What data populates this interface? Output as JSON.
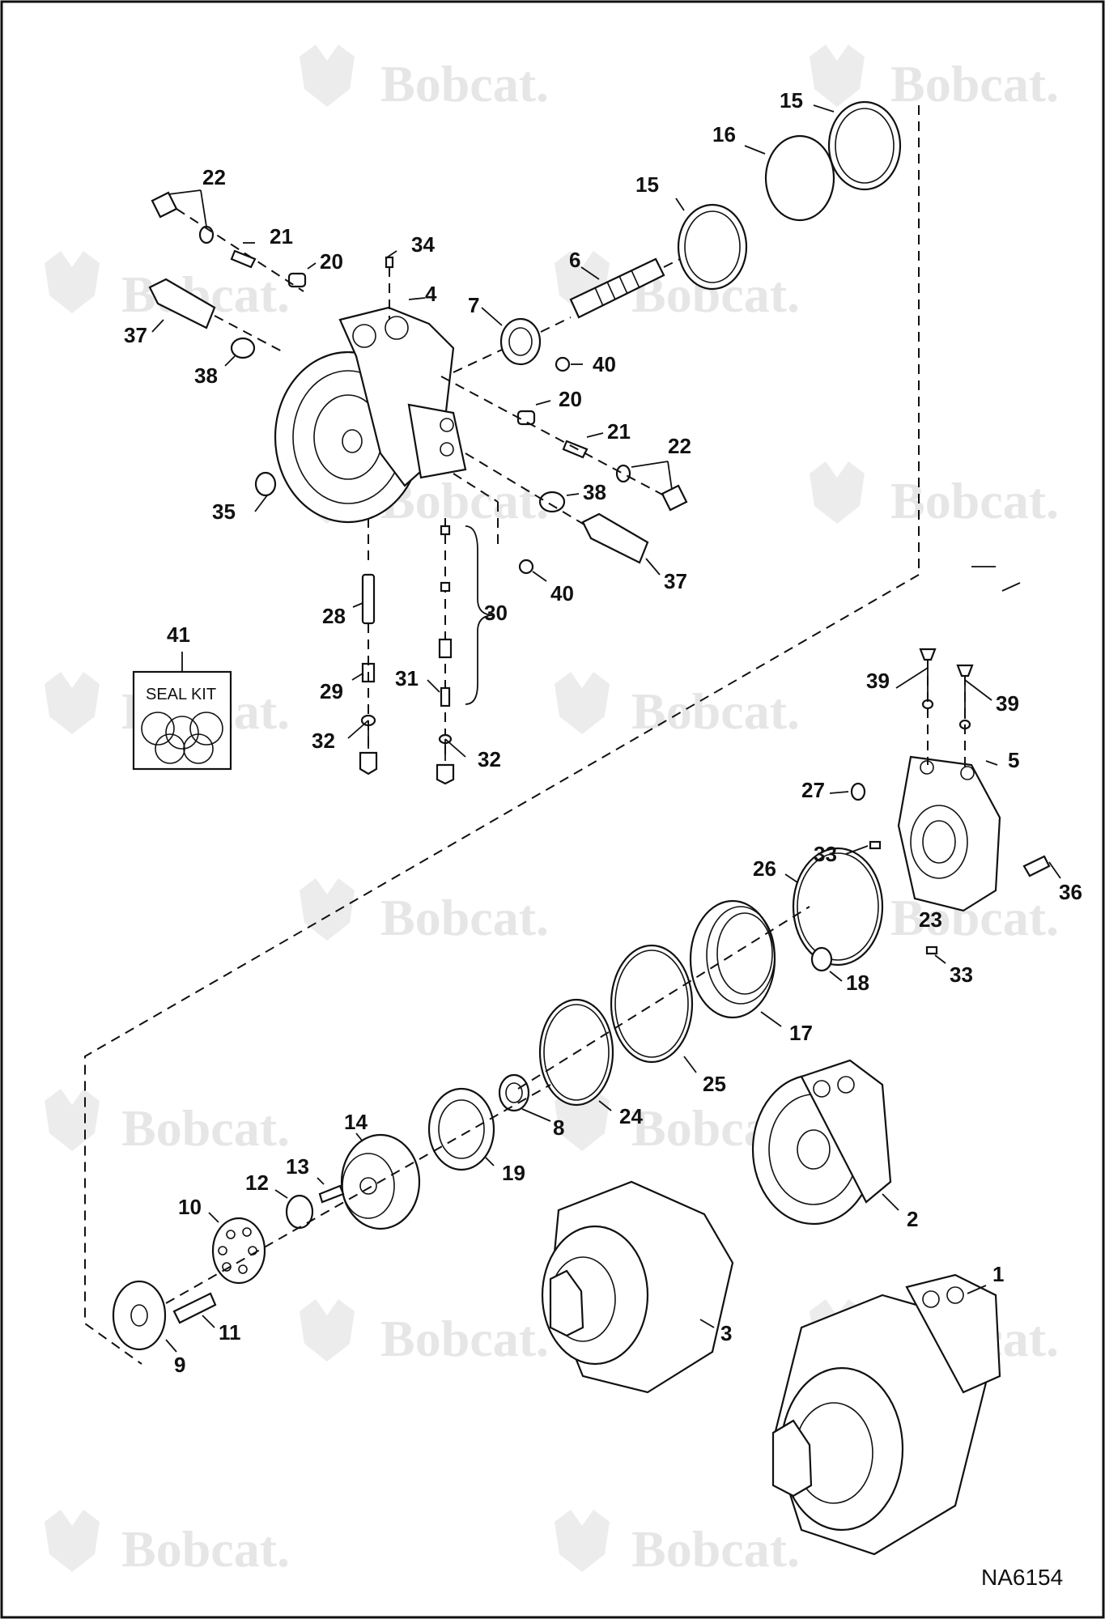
{
  "watermark": {
    "text": "Bobcat."
  },
  "figure_id": "NA6154",
  "seal_kit": {
    "label": "SEAL KIT"
  },
  "callouts": {
    "c1": "1",
    "c2": "2",
    "c3": "3",
    "c4": "4",
    "c5": "5",
    "c6": "6",
    "c7": "7",
    "c8": "8",
    "c9": "9",
    "c10": "10",
    "c11": "11",
    "c12": "12",
    "c13": "13",
    "c14": "14",
    "c15a": "15",
    "c15b": "15",
    "c16": "16",
    "c17": "17",
    "c18": "18",
    "c19": "19",
    "c20a": "20",
    "c20b": "20",
    "c21a": "21",
    "c21b": "21",
    "c22a": "22",
    "c22b": "22",
    "c23": "23",
    "c24": "24",
    "c25": "25",
    "c26": "26",
    "c27": "27",
    "c28": "28",
    "c29": "29",
    "c30": "30",
    "c31": "31",
    "c32a": "32",
    "c32b": "32",
    "c33a": "33",
    "c33b": "33",
    "c34": "34",
    "c35": "35",
    "c36": "36",
    "c37a": "37",
    "c37b": "37",
    "c38a": "38",
    "c38b": "38",
    "c39a": "39",
    "c39b": "39",
    "c40a": "40",
    "c40b": "40",
    "c41": "41"
  }
}
